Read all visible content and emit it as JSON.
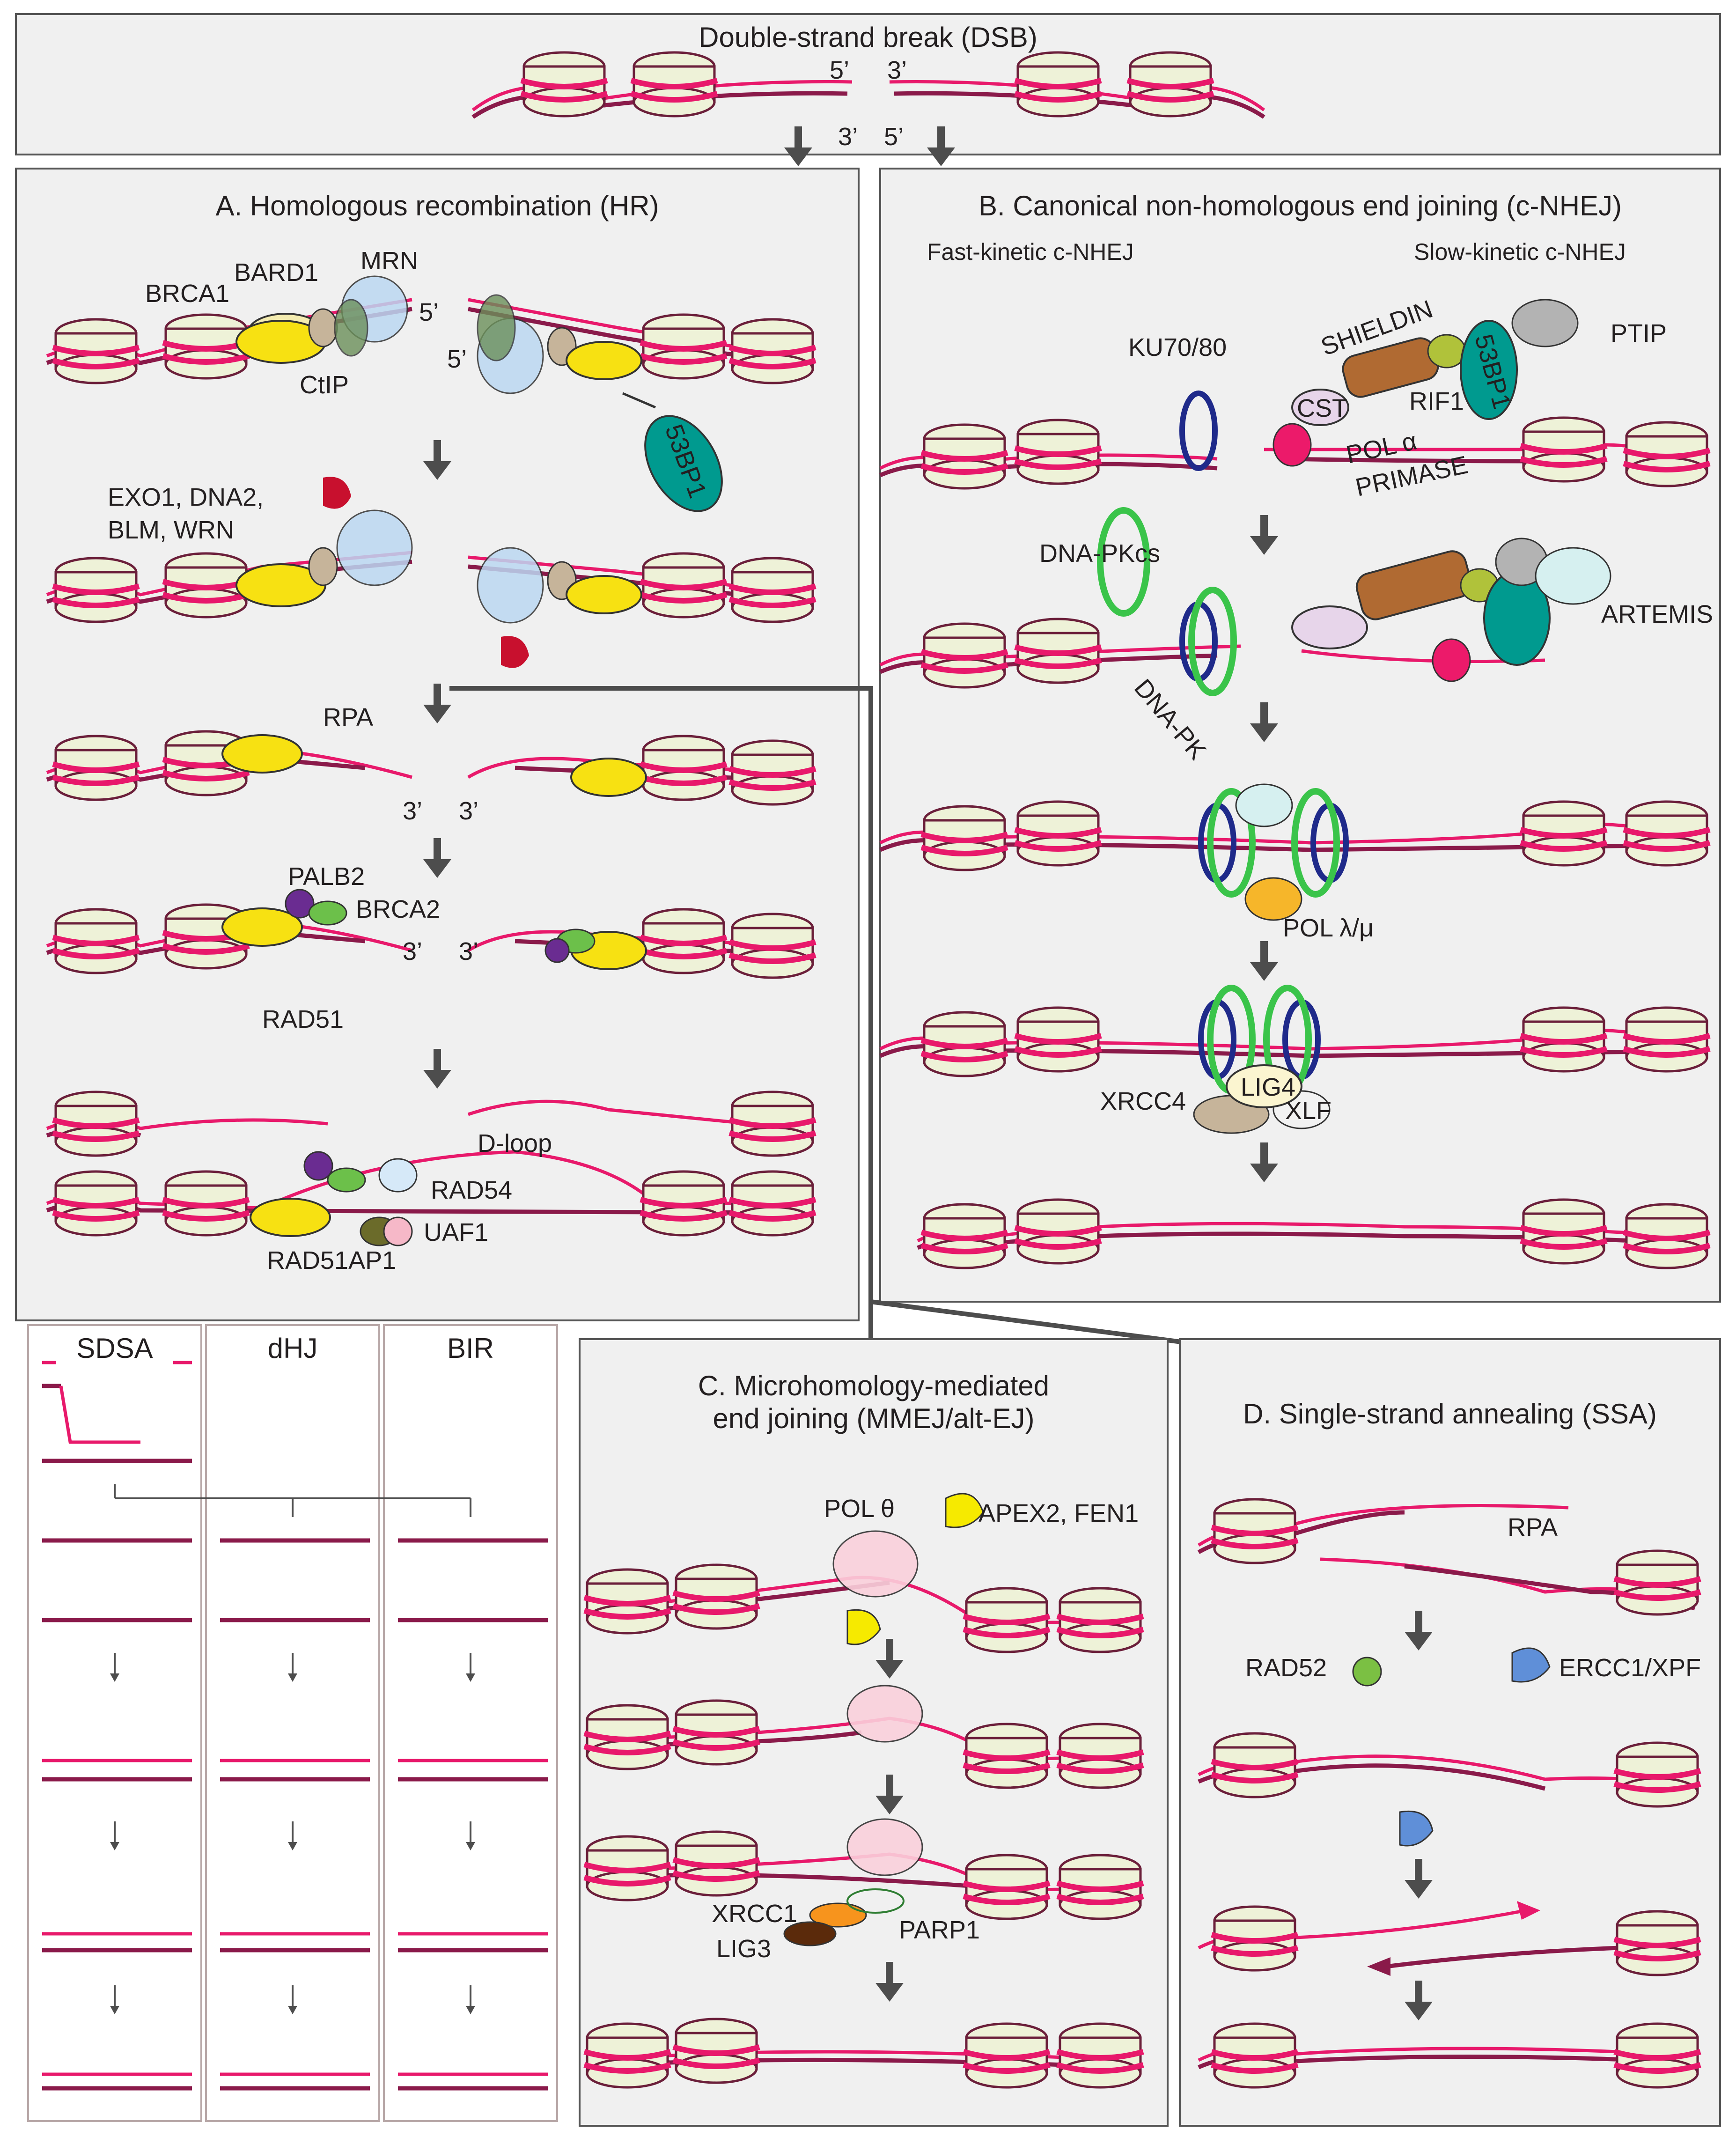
{
  "header": {
    "title": "Double-strand break (DSB)",
    "end_5_left": "5’",
    "end_3_right": "3’",
    "end_3_left": "3’",
    "end_5_right": "5’"
  },
  "panel_a": {
    "title": "A. Homologous recombination (HR)",
    "labels": {
      "brca1": "BRCA1",
      "bard1": "BARD1",
      "mrn": "MRN",
      "ctip": "CtIP",
      "p53bp1": "53BP1",
      "five_prime_1": "5’",
      "five_prime_2": "5’",
      "nucleases": "EXO1, DNA2,",
      "helicases": "BLM, WRN",
      "rpa": "RPA",
      "three_prime_a": "3’",
      "three_prime_b": "3’",
      "palb2": "PALB2",
      "brca2": "BRCA2",
      "rad51": "RAD51",
      "three_prime_c": "3’",
      "three_prime_d": "3’",
      "dloop": "D-loop",
      "rad54": "RAD54",
      "uaf1": "UAF1",
      "rad51ap1": "RAD51AP1"
    }
  },
  "subpanels": {
    "sdsa": "SDSA",
    "dhj": "dHJ",
    "bir": "BIR"
  },
  "panel_b": {
    "title": "B. Canonical non-homologous end joining (c-NHEJ)",
    "fast": "Fast-kinetic c-NHEJ",
    "slow": "Slow-kinetic c-NHEJ",
    "labels": {
      "ku": "KU70/80",
      "shieldin": "SHIELDIN",
      "ptip": "PTIP",
      "cst": "CST",
      "rif1": "RIF1",
      "p53bp1": "53BP1",
      "pol_alpha": "POL α",
      "primase": "PRIMASE",
      "dnapkcs": "DNA-PKcs",
      "artemis": "ARTEMIS",
      "dnapk": "DNA-PK",
      "pol_lm": "POL λ/μ",
      "lig4": "LIG4",
      "xrcc4": "XRCC4",
      "xlf": "XLF"
    }
  },
  "panel_c": {
    "title_line1": "C. Microhomology-mediated",
    "title_line2": "end joining (MMEJ/alt-EJ)",
    "labels": {
      "pol_theta": "POL θ",
      "apex2": "APEX2, FEN1",
      "xrcc1": "XRCC1",
      "lig3": "LIG3",
      "parp1": "PARP1"
    }
  },
  "panel_d": {
    "title": "D. Single-strand annealing (SSA)",
    "labels": {
      "rpa": "RPA",
      "rad52": "RAD52",
      "ercc1": "ERCC1/XPF"
    }
  }
}
